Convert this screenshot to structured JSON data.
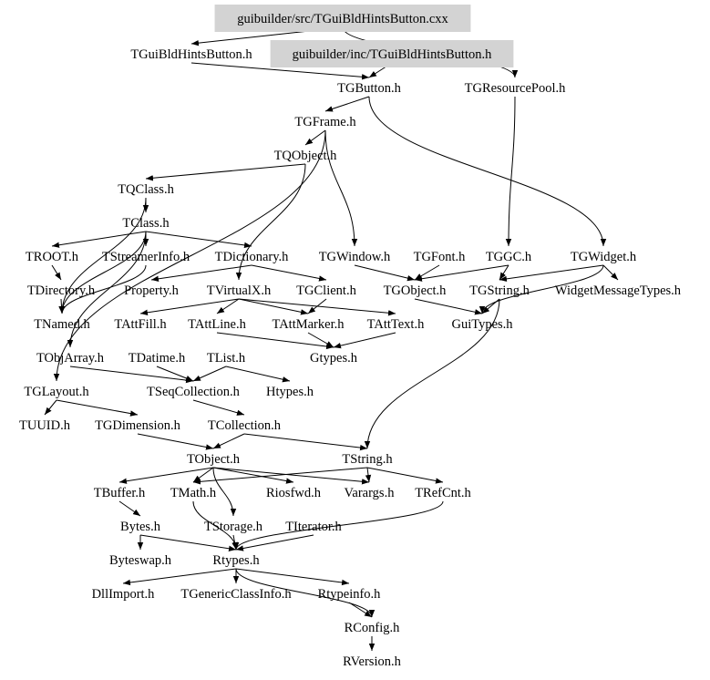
{
  "title": "Include dependency graph for guibuilder/src/TGuiBldHintsButton.cxx",
  "colors": {
    "highlight_box": "#d3d3d3",
    "edge": "#000000",
    "text": "#000000",
    "background": "#ffffff"
  },
  "nodes": [
    {
      "id": "src_cxx",
      "label": "guibuilder/src/TGuiBldHintsButton.cxx",
      "highlighted": true
    },
    {
      "id": "hints_h",
      "label": "TGuiBldHintsButton.h"
    },
    {
      "id": "inc_h",
      "label": "guibuilder/inc/TGuiBldHintsButton.h",
      "highlighted": true
    },
    {
      "id": "tgbutton",
      "label": "TGButton.h"
    },
    {
      "id": "tgresourcepool",
      "label": "TGResourcePool.h"
    },
    {
      "id": "tgframe",
      "label": "TGFrame.h"
    },
    {
      "id": "tqobject",
      "label": "TQObject.h"
    },
    {
      "id": "tqclass",
      "label": "TQClass.h"
    },
    {
      "id": "tclass",
      "label": "TClass.h"
    },
    {
      "id": "troot",
      "label": "TROOT.h"
    },
    {
      "id": "tstreamerinfo",
      "label": "TStreamerInfo.h"
    },
    {
      "id": "tdictionary",
      "label": "TDictionary.h"
    },
    {
      "id": "tgwindow",
      "label": "TGWindow.h"
    },
    {
      "id": "tgfont",
      "label": "TGFont.h"
    },
    {
      "id": "tggc",
      "label": "TGGC.h"
    },
    {
      "id": "tgwidget",
      "label": "TGWidget.h"
    },
    {
      "id": "tdirectory",
      "label": "TDirectory.h"
    },
    {
      "id": "property",
      "label": "Property.h"
    },
    {
      "id": "tvirtualx",
      "label": "TVirtualX.h"
    },
    {
      "id": "tgclient",
      "label": "TGClient.h"
    },
    {
      "id": "tgobject",
      "label": "TGObject.h"
    },
    {
      "id": "tgstring",
      "label": "TGString.h"
    },
    {
      "id": "widgetmsg",
      "label": "WidgetMessageTypes.h"
    },
    {
      "id": "tnamed",
      "label": "TNamed.h"
    },
    {
      "id": "tattfill",
      "label": "TAttFill.h"
    },
    {
      "id": "tattline",
      "label": "TAttLine.h"
    },
    {
      "id": "tattmarker",
      "label": "TAttMarker.h"
    },
    {
      "id": "tatttext",
      "label": "TAttText.h"
    },
    {
      "id": "guitypes",
      "label": "GuiTypes.h"
    },
    {
      "id": "tobjarray",
      "label": "TObjArray.h"
    },
    {
      "id": "tdatime",
      "label": "TDatime.h"
    },
    {
      "id": "tlist",
      "label": "TList.h"
    },
    {
      "id": "gtypes",
      "label": "Gtypes.h"
    },
    {
      "id": "tglayout",
      "label": "TGLayout.h"
    },
    {
      "id": "tseqcollection",
      "label": "TSeqCollection.h"
    },
    {
      "id": "htypes",
      "label": "Htypes.h"
    },
    {
      "id": "tuuid",
      "label": "TUUID.h"
    },
    {
      "id": "tgdimension",
      "label": "TGDimension.h"
    },
    {
      "id": "tcollection",
      "label": "TCollection.h"
    },
    {
      "id": "tobject",
      "label": "TObject.h"
    },
    {
      "id": "tstring",
      "label": "TString.h"
    },
    {
      "id": "tbuffer",
      "label": "TBuffer.h"
    },
    {
      "id": "tmath",
      "label": "TMath.h"
    },
    {
      "id": "riosfwd",
      "label": "Riosfwd.h"
    },
    {
      "id": "varargs",
      "label": "Varargs.h"
    },
    {
      "id": "trefcnt",
      "label": "TRefCnt.h"
    },
    {
      "id": "bytes",
      "label": "Bytes.h"
    },
    {
      "id": "tstorage",
      "label": "TStorage.h"
    },
    {
      "id": "titerator",
      "label": "TIterator.h"
    },
    {
      "id": "byteswap",
      "label": "Byteswap.h"
    },
    {
      "id": "rtypes",
      "label": "Rtypes.h"
    },
    {
      "id": "dllimport",
      "label": "DllImport.h"
    },
    {
      "id": "tgenericclassinfo",
      "label": "TGenericClassInfo.h"
    },
    {
      "id": "rtypeinfo",
      "label": "Rtypeinfo.h"
    },
    {
      "id": "rconfig",
      "label": "RConfig.h"
    },
    {
      "id": "rversion",
      "label": "RVersion.h"
    }
  ],
  "edges": [
    [
      "src_cxx",
      "hints_h"
    ],
    [
      "src_cxx",
      "tgresourcepool"
    ],
    [
      "hints_h",
      "tgbutton"
    ],
    [
      "inc_h",
      "tgbutton"
    ],
    [
      "tgbutton",
      "tgframe"
    ],
    [
      "tgbutton",
      "tgwidget"
    ],
    [
      "tgresourcepool",
      "tggc"
    ],
    [
      "tgframe",
      "tqobject"
    ],
    [
      "tgframe",
      "tglayout"
    ],
    [
      "tgframe",
      "tgwindow"
    ],
    [
      "tqobject",
      "tqclass"
    ],
    [
      "tqobject",
      "tvirtualx"
    ],
    [
      "tqclass",
      "tclass"
    ],
    [
      "tqclass",
      "tnamed"
    ],
    [
      "tclass",
      "troot"
    ],
    [
      "tclass",
      "tstreamerinfo"
    ],
    [
      "tclass",
      "tdictionary"
    ],
    [
      "tclass",
      "tnamed"
    ],
    [
      "tclass",
      "tobjarray"
    ],
    [
      "troot",
      "tdirectory"
    ],
    [
      "tstreamerinfo",
      "tnamed"
    ],
    [
      "tdictionary",
      "property"
    ],
    [
      "tdictionary",
      "tgclient"
    ],
    [
      "tgwindow",
      "tgobject"
    ],
    [
      "tgfont",
      "tgobject"
    ],
    [
      "tggc",
      "tgobject"
    ],
    [
      "tggc",
      "tgstring"
    ],
    [
      "tgwidget",
      "tgstring"
    ],
    [
      "tgwidget",
      "widgetmsg"
    ],
    [
      "tgwidget",
      "guitypes"
    ],
    [
      "tdirectory",
      "tnamed"
    ],
    [
      "tvirtualx",
      "tattline"
    ],
    [
      "tvirtualx",
      "tattfill"
    ],
    [
      "tvirtualx",
      "tattmarker"
    ],
    [
      "tvirtualx",
      "tatttext"
    ],
    [
      "tgclient",
      "tattmarker"
    ],
    [
      "tgobject",
      "guitypes"
    ],
    [
      "tgstring",
      "guitypes"
    ],
    [
      "tgstring",
      "tstring"
    ],
    [
      "tattmarker",
      "gtypes"
    ],
    [
      "tatttext",
      "gtypes"
    ],
    [
      "tattline",
      "gtypes"
    ],
    [
      "tobjarray",
      "tseqcollection"
    ],
    [
      "tdatime",
      "tseqcollection"
    ],
    [
      "tlist",
      "tseqcollection"
    ],
    [
      "tlist",
      "htypes"
    ],
    [
      "tglayout",
      "tuuid"
    ],
    [
      "tglayout",
      "tgdimension"
    ],
    [
      "tseqcollection",
      "tcollection"
    ],
    [
      "tcollection",
      "tobject"
    ],
    [
      "tcollection",
      "tstring"
    ],
    [
      "tgdimension",
      "tobject"
    ],
    [
      "tobject",
      "varargs"
    ],
    [
      "tobject",
      "riosfwd"
    ],
    [
      "tobject",
      "tstorage"
    ],
    [
      "tobject",
      "tbuffer"
    ],
    [
      "tobject",
      "tmath"
    ],
    [
      "tstring",
      "varargs"
    ],
    [
      "tstring",
      "trefcnt"
    ],
    [
      "tstring",
      "tmath"
    ],
    [
      "tbuffer",
      "bytes"
    ],
    [
      "bytes",
      "byteswap"
    ],
    [
      "bytes",
      "rtypes"
    ],
    [
      "tmath",
      "rtypes"
    ],
    [
      "tstorage",
      "rtypes"
    ],
    [
      "titerator",
      "rtypes"
    ],
    [
      "trefcnt",
      "rtypes"
    ],
    [
      "rtypes",
      "dllimport"
    ],
    [
      "rtypes",
      "tgenericclassinfo"
    ],
    [
      "rtypes",
      "rtypeinfo"
    ],
    [
      "rtypes",
      "rconfig"
    ],
    [
      "rtypeinfo",
      "rconfig"
    ],
    [
      "rconfig",
      "rversion"
    ]
  ]
}
